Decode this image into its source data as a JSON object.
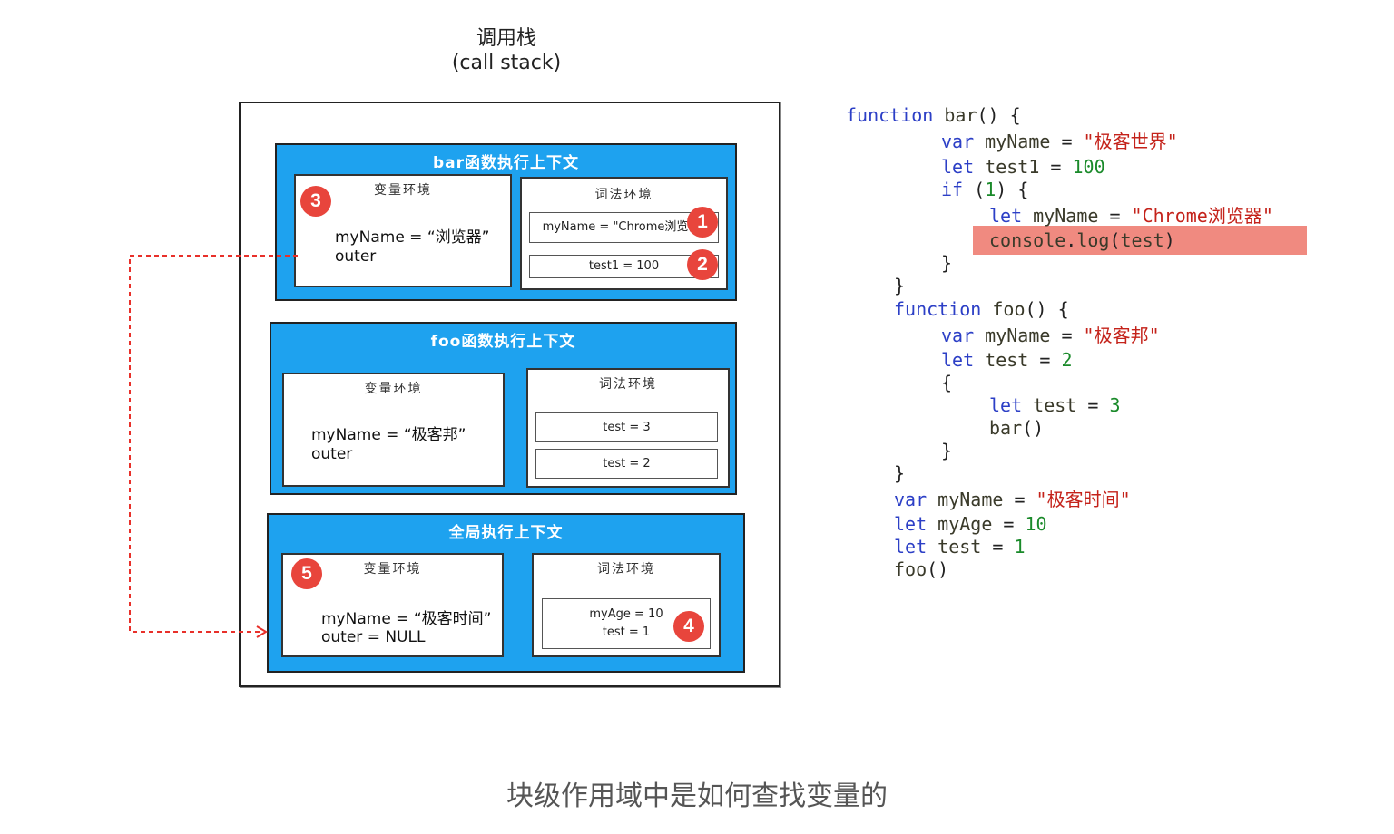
{
  "header": {
    "title_cn": "调用栈",
    "title_en": "(call stack)"
  },
  "contexts": {
    "bar": {
      "title": "bar函数执行上下文",
      "var_env": {
        "title": "变量环境",
        "line1": "myName = “浏览器”",
        "line2": "outer"
      },
      "lex_env": {
        "title": "词法环境",
        "cells": [
          "myName = \"Chrome浏览器\"",
          "test1 = 100"
        ]
      }
    },
    "foo": {
      "title": "foo函数执行上下文",
      "var_env": {
        "title": "变量环境",
        "line1": "myName = “极客邦”",
        "line2": "outer"
      },
      "lex_env": {
        "title": "词法环境",
        "cells": [
          "test = 3",
          "test = 2"
        ]
      }
    },
    "global": {
      "title": "全局执行上下文",
      "var_env": {
        "title": "变量环境",
        "line1": "myName = “极客时间”",
        "line2": "outer = NULL"
      },
      "lex_env": {
        "title": "词法环境",
        "cells": [
          "myAge = 10",
          "test = 1"
        ]
      }
    }
  },
  "badges": [
    "1",
    "2",
    "3",
    "4",
    "5"
  ],
  "code": {
    "lines": [
      [
        [
          "kw",
          "function"
        ],
        [
          "id",
          " bar"
        ],
        [
          "pun",
          "() {"
        ]
      ],
      [
        [
          "kw",
          "var"
        ],
        [
          "id",
          " myName"
        ],
        [
          "pun",
          " = "
        ],
        [
          "str",
          "\"极客世界\""
        ]
      ],
      [
        [
          "kw",
          "let"
        ],
        [
          "id",
          " test1"
        ],
        [
          "pun",
          " = "
        ],
        [
          "num",
          "100"
        ]
      ],
      [
        [
          "kw",
          "if"
        ],
        [
          "pun",
          " ("
        ],
        [
          "num",
          "1"
        ],
        [
          "pun",
          ") {"
        ]
      ],
      [
        [
          "kw",
          "let"
        ],
        [
          "id",
          " myName"
        ],
        [
          "pun",
          " = "
        ],
        [
          "str",
          "\"Chrome浏览器\""
        ]
      ],
      [
        [
          "id",
          "console"
        ],
        [
          "pun",
          "."
        ],
        [
          "id",
          "log"
        ],
        [
          "pun",
          "("
        ],
        [
          "id",
          "test"
        ],
        [
          "pun",
          ")"
        ]
      ],
      [
        [
          "pun",
          "}"
        ]
      ],
      [
        [
          "pun",
          "}"
        ]
      ],
      [
        [
          "kw",
          "function"
        ],
        [
          "id",
          " foo"
        ],
        [
          "pun",
          "() {"
        ]
      ],
      [
        [
          "kw",
          "var"
        ],
        [
          "id",
          " myName"
        ],
        [
          "pun",
          " = "
        ],
        [
          "str",
          "\"极客邦\""
        ]
      ],
      [
        [
          "kw",
          "let"
        ],
        [
          "id",
          " test"
        ],
        [
          "pun",
          " = "
        ],
        [
          "num",
          "2"
        ]
      ],
      [
        [
          "pun",
          "{"
        ]
      ],
      [
        [
          "kw",
          "let"
        ],
        [
          "id",
          " test"
        ],
        [
          "pun",
          " = "
        ],
        [
          "num",
          "3"
        ]
      ],
      [
        [
          "id",
          "bar"
        ],
        [
          "pun",
          "()"
        ]
      ],
      [
        [
          "pun",
          "}"
        ]
      ],
      [
        [
          "pun",
          "}"
        ]
      ],
      [
        [
          "kw",
          "var"
        ],
        [
          "id",
          " myName"
        ],
        [
          "pun",
          " = "
        ],
        [
          "str",
          "\"极客时间\""
        ]
      ],
      [
        [
          "kw",
          "let"
        ],
        [
          "id",
          " myAge"
        ],
        [
          "pun",
          " = "
        ],
        [
          "num",
          "10"
        ]
      ],
      [
        [
          "kw",
          "let"
        ],
        [
          "id",
          " test"
        ],
        [
          "pun",
          " = "
        ],
        [
          "num",
          "1"
        ]
      ],
      [
        [
          "id",
          "foo"
        ],
        [
          "pun",
          "()"
        ]
      ]
    ]
  },
  "caption": "块级作用域中是如何查找变量的",
  "colors": {
    "context_blue": "#1ea2ef",
    "badge_red": "#e8453c",
    "highlight": "#f08a80",
    "arrow": "#e8302a"
  }
}
